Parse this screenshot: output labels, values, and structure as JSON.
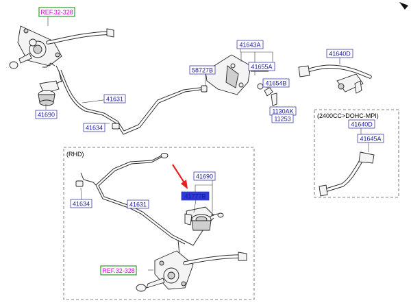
{
  "labels": {
    "ref_top": "REF.32-328",
    "ref_bottom": "REF.32-328",
    "p41690_top": "41690",
    "p41634_top": "41634",
    "p41631_top": "41631",
    "p58727B": "58727B",
    "p41643A": "41643A",
    "p41655A": "41655A",
    "p41654B": "41654B",
    "p1130AK": "1130AK",
    "p11253": "11253",
    "p41640D_top": "41640D",
    "rhd_note": "(RHD)",
    "p41690_rhd": "41690",
    "p41777B": "41777B",
    "p41634_rhd": "41634",
    "p41631_rhd": "41631",
    "variant_note": "(2400CC>DOHC-MPI)",
    "p41640D_var": "41640D",
    "p41645A": "41645A"
  },
  "colors": {
    "label_text": "#1a1a9a",
    "label_border": "#3a3aa8",
    "ref_text": "#d400d4",
    "ref_border": "#2e9a2e",
    "highlight_fill": "#2d3ad6",
    "pointer_arrow": "#e8201e"
  }
}
